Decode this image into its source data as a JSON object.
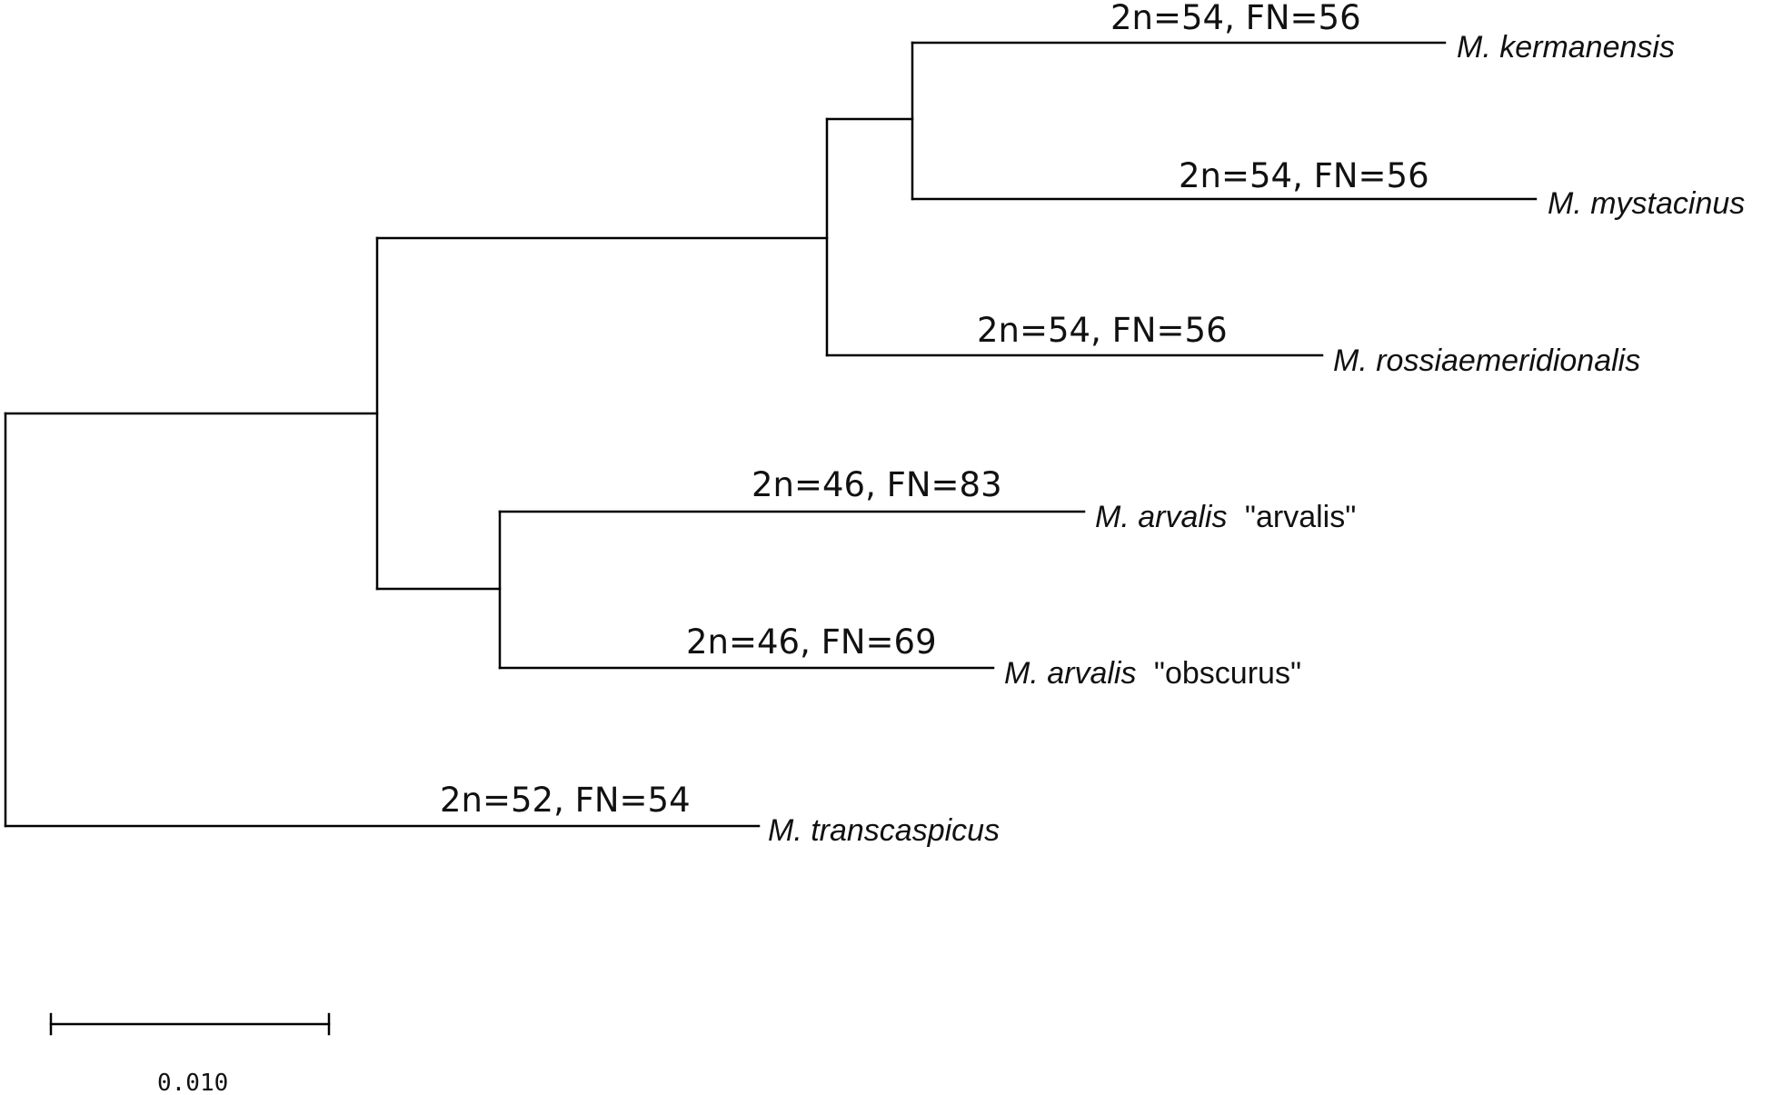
{
  "tree": {
    "taxa": [
      {
        "id": "kermanensis",
        "name": "M. kermanensis",
        "suffix": "",
        "karyotype": "2n=54, FN=56"
      },
      {
        "id": "mystacinus",
        "name": "M. mystacinus",
        "suffix": "",
        "karyotype": "2n=54, FN=56"
      },
      {
        "id": "rossiaemeridionalis",
        "name": "M. rossiaemeridionalis",
        "suffix": "",
        "karyotype": "2n=54, FN=56"
      },
      {
        "id": "arvalis-arvalis",
        "name": "M. arvalis",
        "suffix": "\"arvalis\"",
        "karyotype": "2n=46, FN=83"
      },
      {
        "id": "arvalis-obscurus",
        "name": "M. arvalis",
        "suffix": "\"obscurus\"",
        "karyotype": "2n=46, FN=69"
      },
      {
        "id": "transcaspicus",
        "name": "M. transcaspicus",
        "suffix": "",
        "karyotype": "2n=52, FN=54"
      }
    ],
    "topology": "((((kermanensis,mystacinus),rossiaemeridionalis),(arvalis-arvalis,arvalis-obscurus)),transcaspicus)",
    "scale_bar": {
      "value": 0.01,
      "label": "0.010"
    },
    "line_color": "#000000"
  }
}
